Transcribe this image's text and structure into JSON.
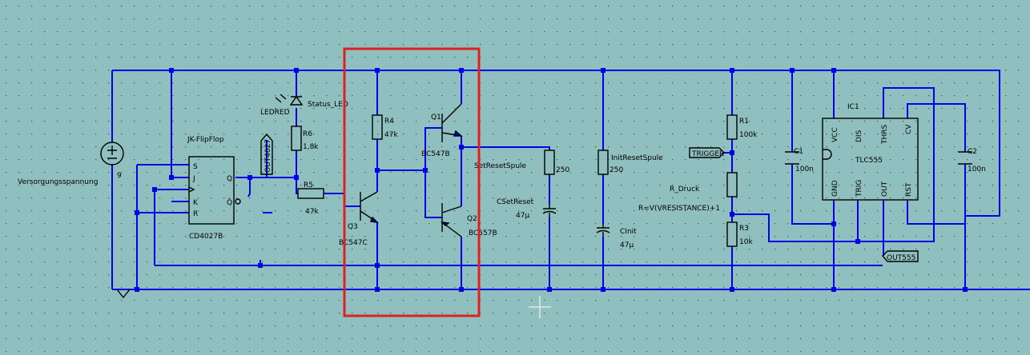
{
  "schematic": {
    "highlight_color": "#e02020",
    "wire_color": "#0000e6",
    "background_color": "#8fbfbf",
    "labels": {
      "versorgung": "Versorgungsspannung",
      "v_value": "9",
      "ff_title": "JK-FlipFlop",
      "ff_part": "CD4027B",
      "pin_s": "S",
      "pin_j": "J",
      "pin_k": "K",
      "pin_r": "R",
      "pin_q": "Q",
      "pin_qn": "Q̄",
      "out4027": "OUT4027",
      "led_part": "LEDRED",
      "led_name": "Status_LED",
      "r6_name": "R6",
      "r6_val": "1,8k",
      "r5_name": "R5",
      "r5_val": "47k",
      "q3_name": "Q3",
      "q3_part": "BC547C",
      "r4_name": "R4",
      "r4_val": "47k",
      "q1_name": "Q1",
      "q1_part": "BC547B",
      "q2_name": "Q2",
      "q2_part": "BC557B",
      "set_reset": "SetResetSpule",
      "set_val": "250",
      "cset": "CSetReset",
      "cset_val": "47µ",
      "init_reset": "InitResetSpule",
      "init_val": "250",
      "cinit": "CInit",
      "cinit_val": "47µ",
      "r1_name": "R1",
      "r1_val": "100k",
      "trigger": "TRIGGER",
      "r_druck": "R_Druck",
      "formula": "R=V(VRESISTANCE)+1",
      "r3_name": "R3",
      "r3_val": "10k",
      "c1_name": "C1",
      "c1_val": "100n",
      "ic1_name": "IC1",
      "ic_part": "TLC555",
      "pin_vcc": "VCC",
      "pin_dis": "DIS",
      "pin_thrs": "THRS",
      "pin_cv": "CV",
      "pin_gnd": "GND",
      "pin_trig": "TRIG",
      "pin_out": "OUT",
      "pin_rst": "RST",
      "c2_name": "C2",
      "c2_val": "100n",
      "out555": "OUT555"
    }
  }
}
